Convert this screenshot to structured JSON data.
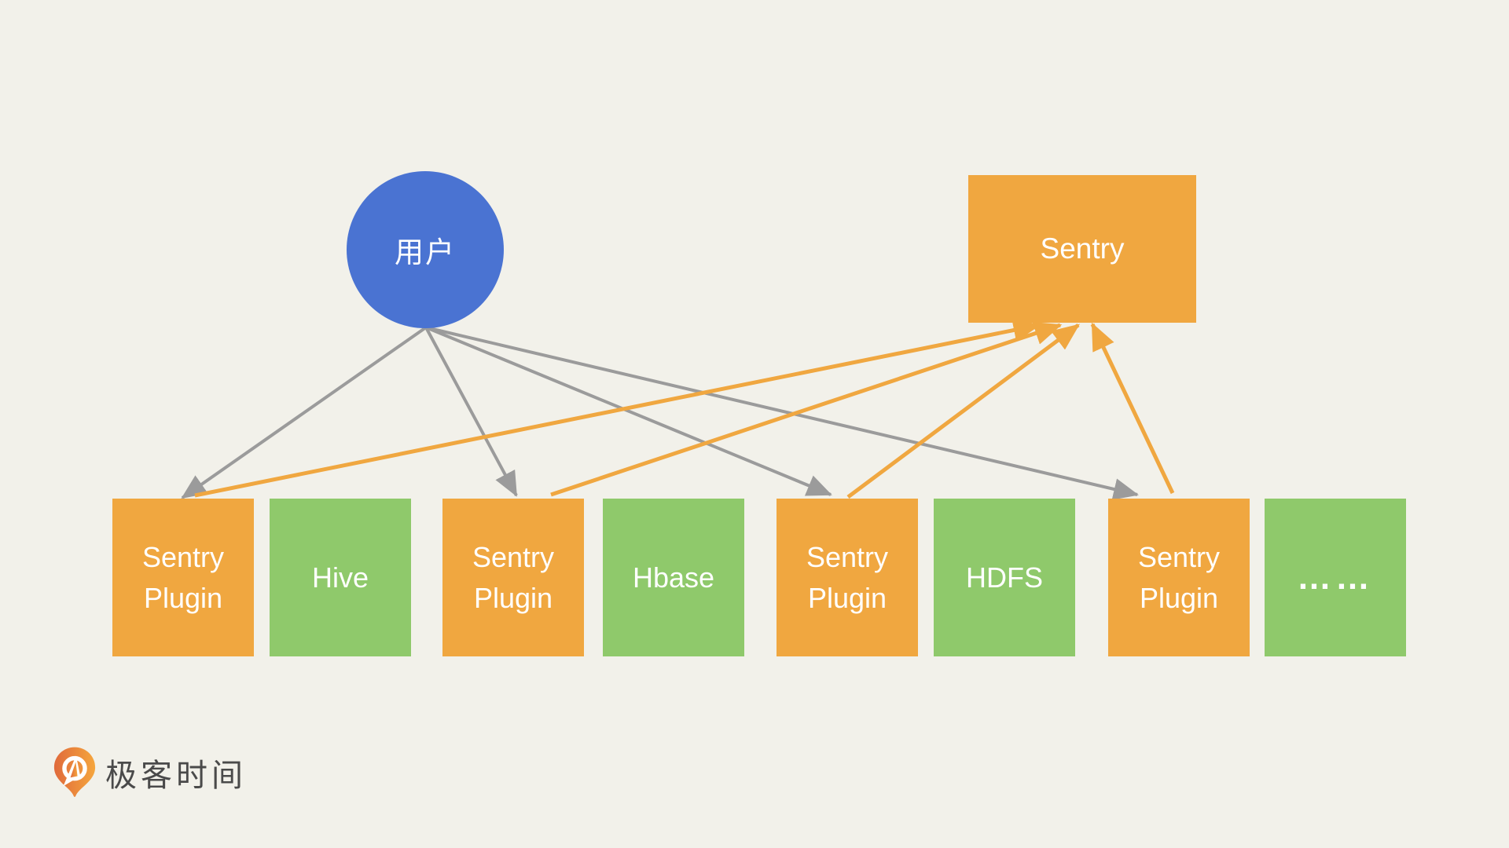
{
  "palette": {
    "background": "#F2F1EA",
    "user_blue": "#4A73D2",
    "node_orange": "#F0A740",
    "service_green": "#8FC96B",
    "arrow_gray": "#9B9B9B",
    "arrow_orange": "#F0A740",
    "node_text": "#FFFFFF",
    "logo_text_color": "#4A4A4A",
    "logo_orange_dark": "#E06A3B",
    "logo_orange_light": "#F5A63D"
  },
  "diagram": {
    "user": {
      "label": "用户"
    },
    "sentry": {
      "label": "Sentry"
    },
    "row": [
      {
        "label": "Sentry Plugin",
        "type": "plugin"
      },
      {
        "label": "Hive",
        "type": "service"
      },
      {
        "label": "Sentry Plugin",
        "type": "plugin"
      },
      {
        "label": "Hbase",
        "type": "service"
      },
      {
        "label": "Sentry Plugin",
        "type": "plugin"
      },
      {
        "label": "HDFS",
        "type": "service"
      },
      {
        "label": "Sentry Plugin",
        "type": "plugin"
      },
      {
        "label": "……",
        "type": "service"
      }
    ],
    "arrows": {
      "user_to_plugins": [
        [
          542,
          417,
          232,
          634
        ],
        [
          542,
          417,
          657,
          631
        ],
        [
          542,
          417,
          1057,
          630
        ],
        [
          542,
          417,
          1447,
          630
        ]
      ],
      "plugins_to_sentry": [
        [
          248,
          631,
          1322,
          414
        ],
        [
          701,
          630,
          1349,
          414
        ],
        [
          1079,
          633,
          1372,
          414
        ],
        [
          1492,
          628,
          1390,
          413
        ]
      ]
    }
  },
  "footer": {
    "logo_text": "极客时间"
  }
}
